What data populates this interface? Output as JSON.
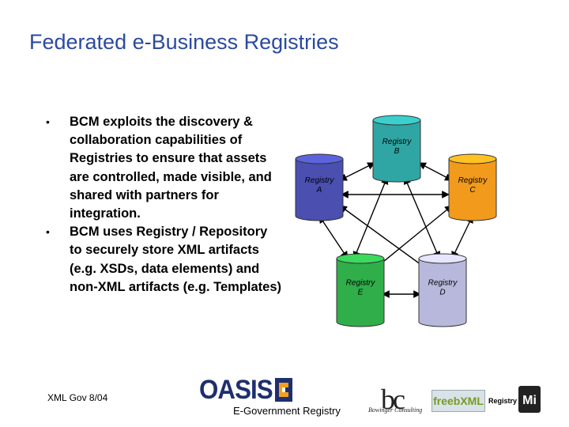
{
  "slide": {
    "title": "Federated e-Business Registries",
    "bullets": [
      {
        "marker": "•",
        "text": "BCM exploits the discovery & collaboration capabilities of Registries to ensure that assets are controlled, made visible, and shared with partners for integration."
      },
      {
        "marker": "•",
        "text": "BCM uses Registry / Repository to securely store XML artifacts (e.g. XSDs, data elements) and non-XML artifacts (e.g. Templates)"
      }
    ],
    "footer_left": "XML Gov 8/04",
    "footer_center": "E-Government Registry"
  },
  "diagram": {
    "nodes": [
      {
        "id": "A",
        "line1": "Registry",
        "line2": "A",
        "color": "#4a4fb0"
      },
      {
        "id": "B",
        "line1": "Registry",
        "line2": "B",
        "color": "#2fa6a4"
      },
      {
        "id": "C",
        "line1": "Registry",
        "line2": "C",
        "color": "#f29a1c"
      },
      {
        "id": "D",
        "line1": "Registry",
        "line2": "D",
        "color": "#b8b8dc"
      },
      {
        "id": "E",
        "line1": "Registry",
        "line2": "E",
        "color": "#2fae4a"
      }
    ]
  },
  "logos": {
    "oasis": "OASIS",
    "bc": "bc",
    "bc_sub": "Bowinger Consulting",
    "freebxml": "freebXML",
    "freebxml_reg": "Registry",
    "checkmi": "Mi"
  }
}
